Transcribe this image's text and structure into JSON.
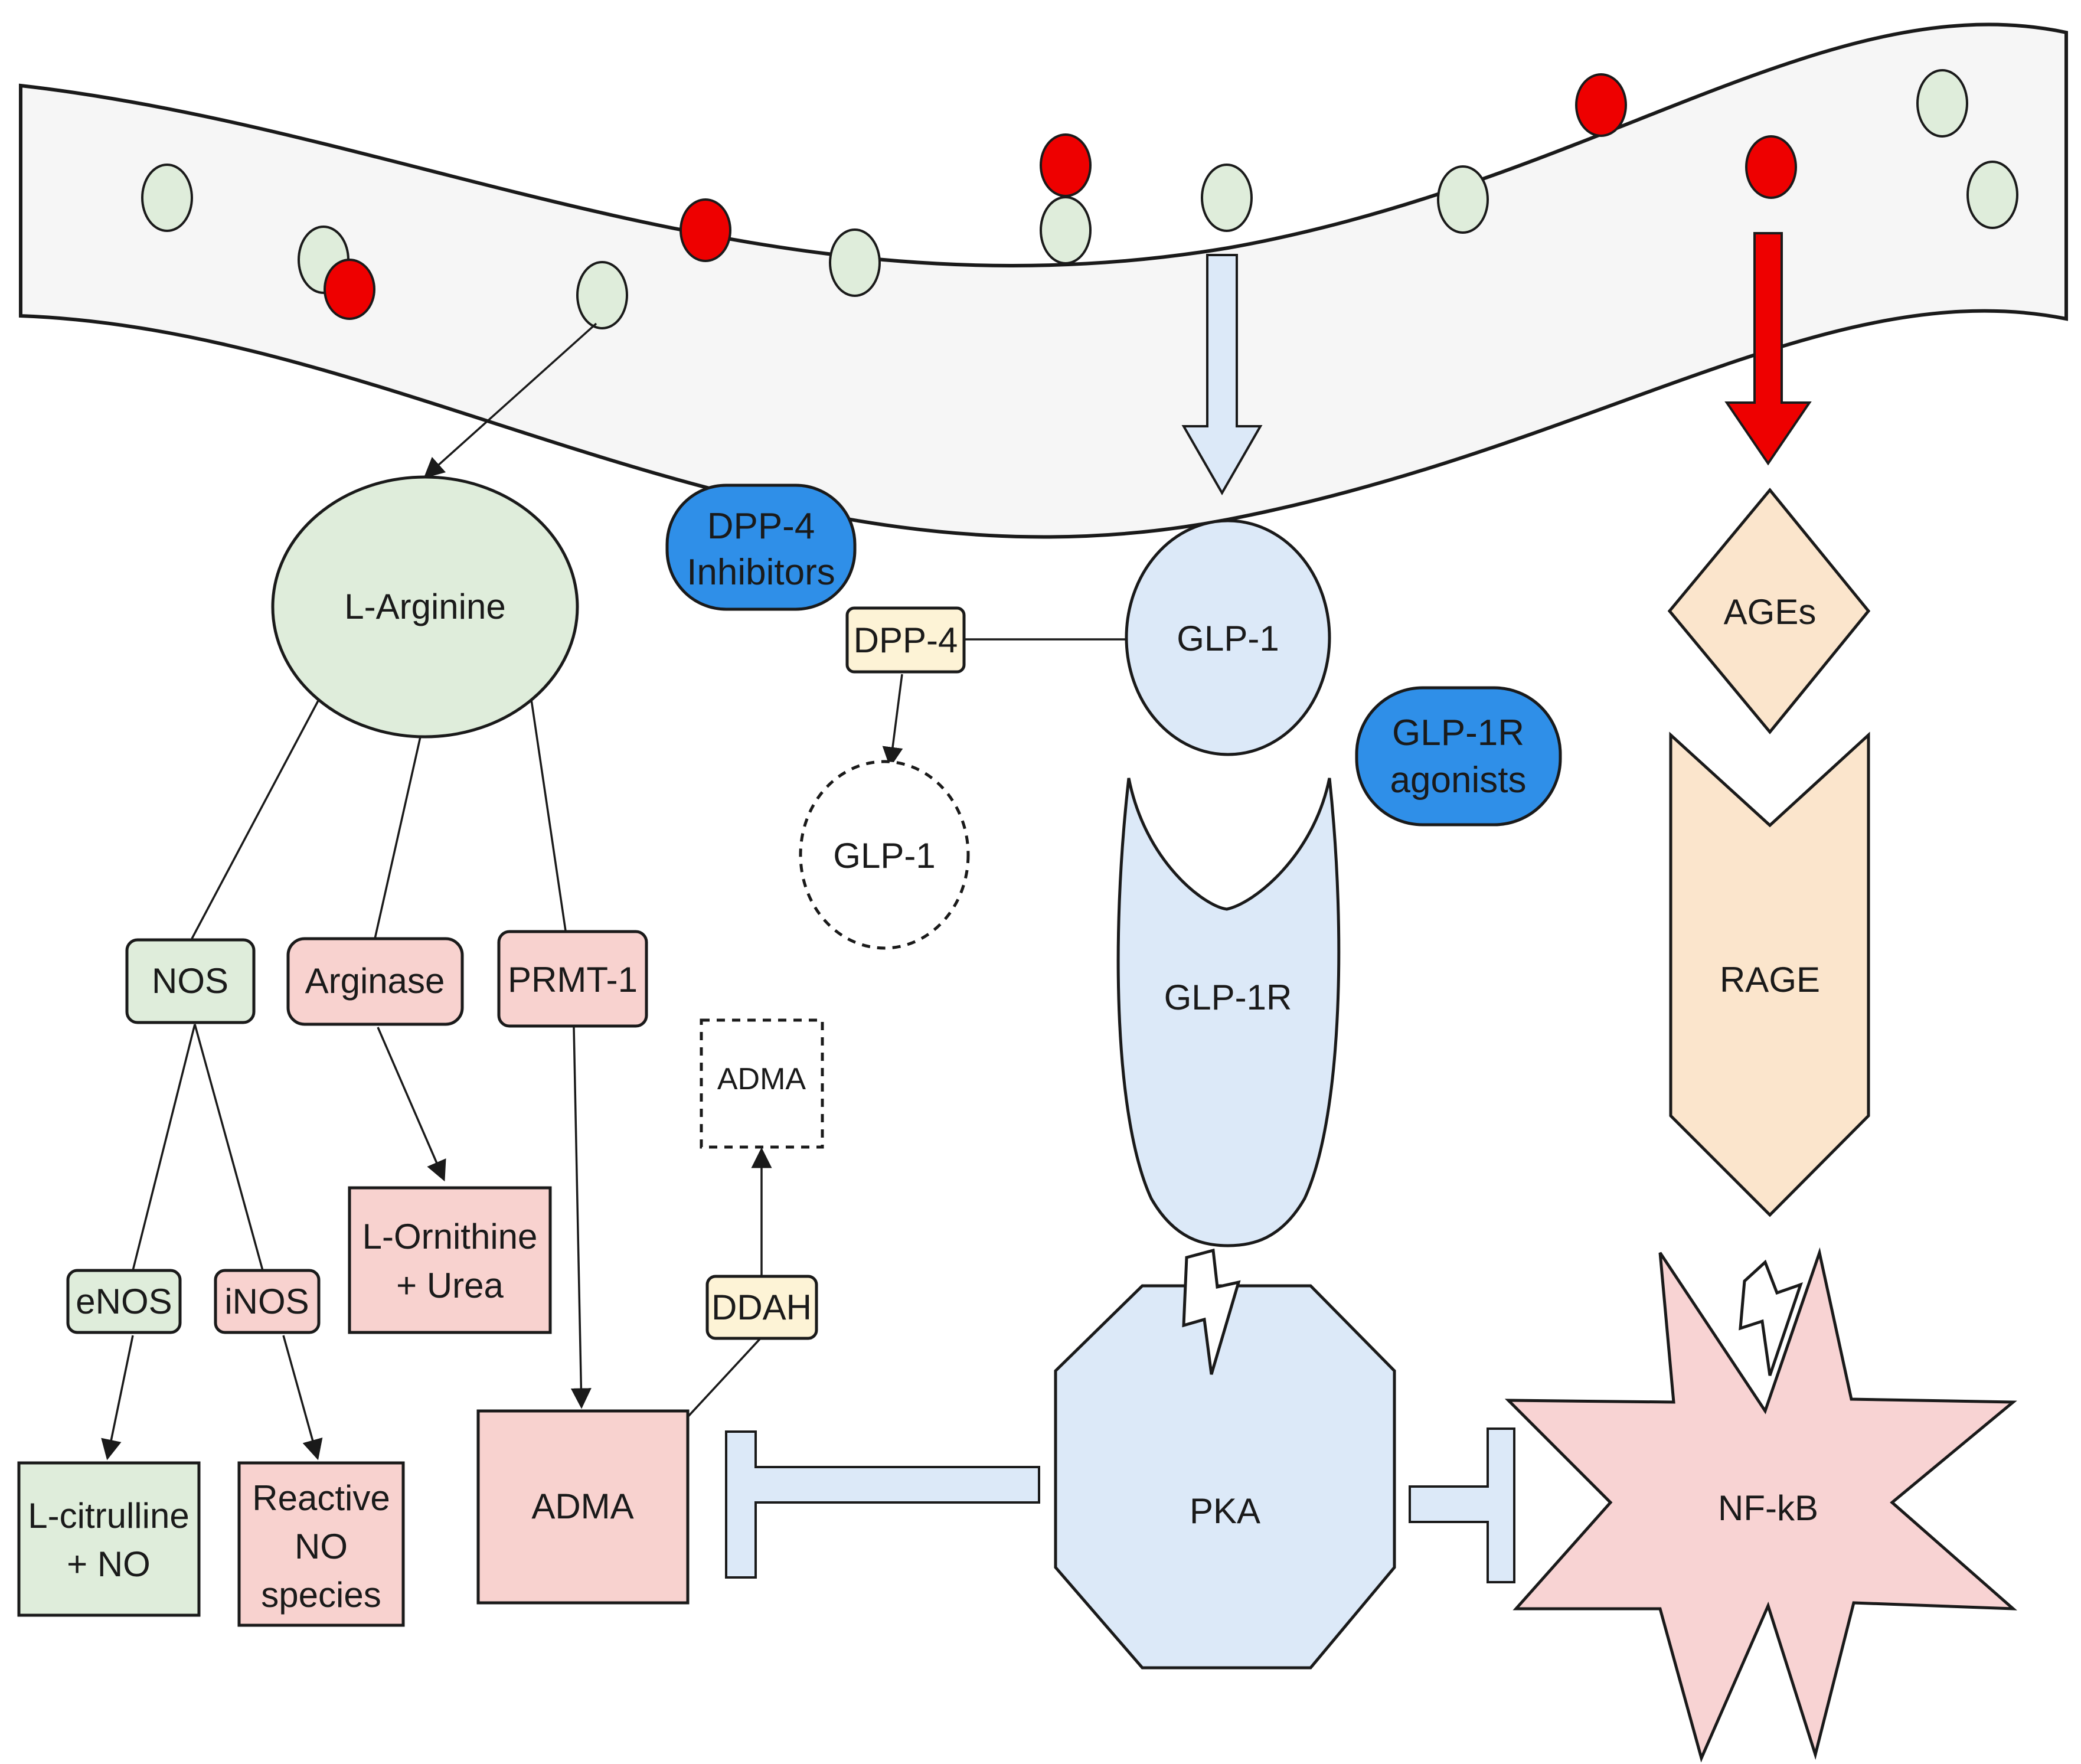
{
  "nodes": {
    "l_arginine": "L-Arginine",
    "nos": "NOS",
    "arginase": "Arginase",
    "prmt1": "PRMT-1",
    "enos": "eNOS",
    "inos": "iNOS",
    "l_citrulline": [
      "L-citrulline",
      "+ NO"
    ],
    "reactive_no": [
      "Reactive",
      "NO",
      "species"
    ],
    "l_ornithine": [
      "L-Ornithine",
      "+ Urea"
    ],
    "adma": "ADMA",
    "adma_metabolized": "ADMA",
    "ddah": "DDAH",
    "dpp4_inhibitors": [
      "DPP-4",
      "Inhibitors"
    ],
    "dpp4": "DPP-4",
    "glp1_degraded": "GLP-1",
    "glp1": "GLP-1",
    "glp1r": "GLP-1R",
    "glp1r_agonists": [
      "GLP-1R",
      "agonists"
    ],
    "pka": "PKA",
    "ages": "AGEs",
    "rage": "RAGE",
    "nfkb": "NF-kB"
  },
  "colors": {
    "green_fill": "#dfeddb",
    "red_fill": "#f8d2cf",
    "blue_fill": "#dce9f8",
    "yellow_fill": "#fdf3d6",
    "orange_fill": "#fbe5cc",
    "pink_fill": "#f8d3d3",
    "drug_blue": "#2f8fe8",
    "particle_red": "#ee0000",
    "particle_green": "#dfeddb"
  }
}
